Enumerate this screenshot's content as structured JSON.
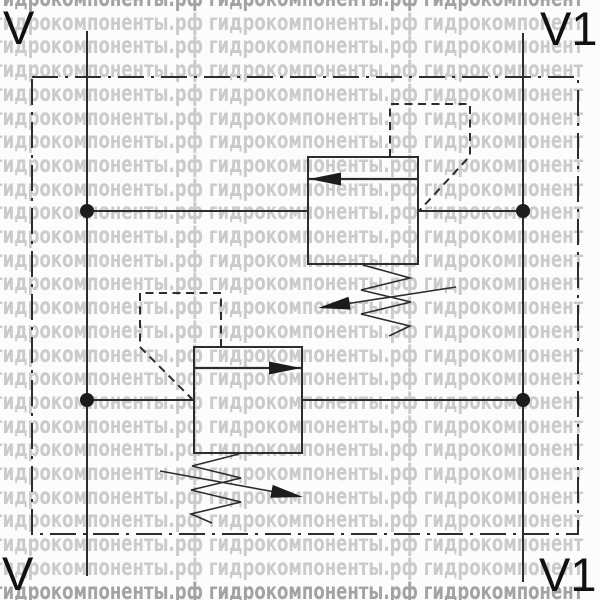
{
  "page": {
    "background": "#fcfcfc",
    "description": "Hydraulic schematic: dual cross-over relief valve block between lines V and V1"
  },
  "watermark": {
    "text": "гидрокомпоненты.рф",
    "row_repeat": 5,
    "rows": 26,
    "color": "#cbcbcb",
    "edge_color": "#a3a3a3"
  },
  "ports": {
    "top_left": "V",
    "top_right": "V1",
    "bottom_left": "V",
    "bottom_right": "V1"
  },
  "diagram": {
    "line_color": "#2d2d2d",
    "arrow_fill": "#1c1c1c",
    "upper_valve": "relief valve, flow arrow pointing left (V1 to V), adjustable spring below, dashed pilot line sensing V1 side",
    "lower_valve": "relief valve, flow arrow pointing right (V to V1), adjustable spring below, dashed pilot line sensing V side",
    "boundary": "dash-dot enclosure box"
  }
}
